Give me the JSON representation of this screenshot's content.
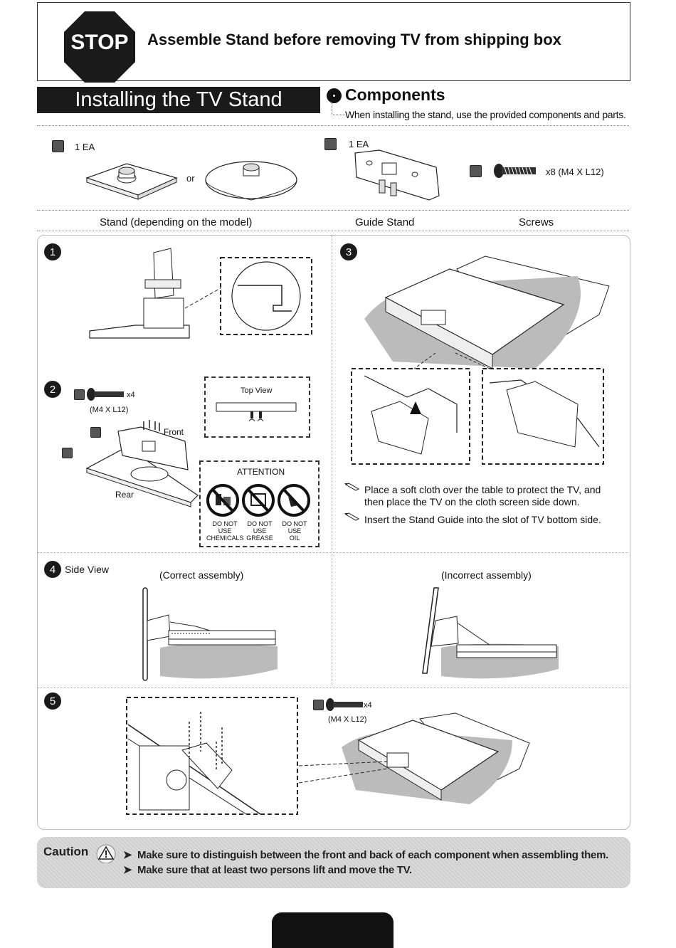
{
  "header": {
    "stop_sign": "STOP",
    "headline": "Assemble Stand before removing TV from shipping box"
  },
  "title_bar": "Installing the TV Stand",
  "components": {
    "title": "Components",
    "subtitle": "When installing the stand, use the provided components and parts.",
    "stand": {
      "qty": "1 EA",
      "or": "or",
      "caption": "Stand (depending on the model)"
    },
    "guide": {
      "qty": "1 EA",
      "caption": "Guide Stand"
    },
    "screws": {
      "qty": "x8 (M4 X L12)",
      "caption": "Screws"
    }
  },
  "steps": {
    "s1": {
      "num": "1"
    },
    "s2": {
      "num": "2",
      "screw_qty": "x4",
      "screw_size": "(M4 X L12)",
      "front": "Front",
      "rear": "Rear",
      "top_view": "Top View",
      "attention": "ATTENTION",
      "warn1_line1": "DO NOT USE",
      "warn1_line2": "CHEMICALS",
      "warn2_line1": "DO NOT USE",
      "warn2_line2": "GREASE",
      "warn3_line1": "DO NOT USE",
      "warn3_line2": "OIL"
    },
    "s3": {
      "num": "3",
      "note1": "Place a soft cloth over the table to protect the TV, and then place the TV on the cloth screen side down.",
      "note2": "Insert the Stand Guide into the slot of TV bottom side."
    },
    "s4": {
      "num": "4",
      "label": "Side View",
      "correct": "(Correct assembly)",
      "incorrect": "(Incorrect assembly)"
    },
    "s5": {
      "num": "5",
      "screw_qty": "x4",
      "screw_size": "(M4 X L12)"
    }
  },
  "caution": {
    "title": "Caution",
    "items": [
      "Make sure to distinguish between the front and back of each component when assembling them.",
      "Make sure that at least two persons lift and move the  TV."
    ]
  }
}
